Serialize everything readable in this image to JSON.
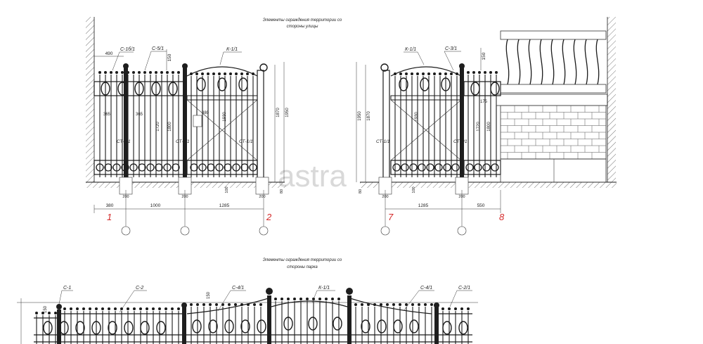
{
  "titles": {
    "top_line1": "Элементы ограждения территории со",
    "top_line2": "стороны улицы",
    "bottom_line1": "Элементы ограждения территории со",
    "bottom_line2": "стороны парка"
  },
  "left_elevation": {
    "callouts": [
      "С-1б/1",
      "С-5/1",
      "К-1/1"
    ],
    "posts": [
      "СТ-3/1",
      "СТ-1/1",
      "СТ-1/1"
    ],
    "dims_top": [
      "490",
      "150"
    ],
    "dims_inner": [
      "365",
      "365",
      "380"
    ],
    "dims_vertical": [
      "1720",
      "1800",
      "1930",
      "1870",
      "1950"
    ],
    "dims_bottom": [
      "380",
      "1000",
      "1285"
    ],
    "dims_small": [
      "200",
      "200",
      "200",
      "80",
      "100"
    ],
    "axes": [
      "1",
      "2"
    ]
  },
  "right_elevation": {
    "callouts": [
      "К-1/1",
      "С-3/1"
    ],
    "posts": [
      "СТ-1/1",
      "СТ-1/1"
    ],
    "dims_top": [
      "150"
    ],
    "dims_inner": [
      "175"
    ],
    "dims_vertical": [
      "1950",
      "1870",
      "1930",
      "1720",
      "1800"
    ],
    "dims_bottom": [
      "1285",
      "550"
    ],
    "dims_small": [
      "200",
      "200",
      "80",
      "100"
    ],
    "axes": [
      "7",
      "8"
    ]
  },
  "bottom_elevation": {
    "callouts": [
      "С-1",
      "С-2",
      "С-4/1",
      "К-1/1",
      "С-4/1",
      "С-2/1"
    ],
    "dims": [
      "150",
      "150"
    ]
  },
  "watermark": "astra"
}
